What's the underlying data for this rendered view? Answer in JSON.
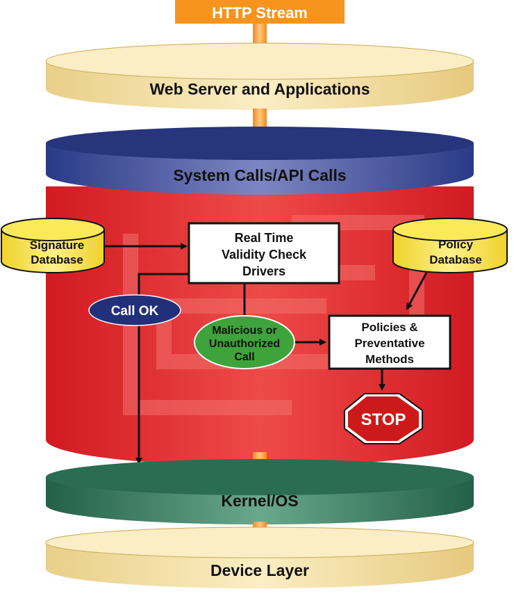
{
  "http_stream": {
    "label": "HTTP Stream"
  },
  "layers": {
    "web_server": "Web Server and Applications",
    "system_calls": "System Calls/API Calls",
    "kernel": "Kernel/OS",
    "device": "Device Layer"
  },
  "databases": {
    "signature": [
      "Signature",
      "Database"
    ],
    "policy": [
      "Policy",
      "Database"
    ]
  },
  "boxes": {
    "validity_check": [
      "Real Time",
      "Validity Check",
      "Drivers"
    ],
    "policies": [
      "Policies &",
      "Preventative",
      "Methods"
    ]
  },
  "ovals": {
    "call_ok": "Call OK",
    "malicious": [
      "Malicious or",
      "Unauthorized",
      "Call"
    ]
  },
  "stop_sign": {
    "label": "STOP"
  },
  "colors": {
    "http_orange": "#f7941d",
    "disc_cream": "#f6e2a6",
    "system_calls_blue": "#2d3f8e",
    "security_red": "#d71e26",
    "kernel_green": "#2f7a5c",
    "database_yellow": "#f6dd35",
    "call_ok_navy": "#22307a",
    "malicious_green": "#3da33a",
    "stop_red": "#cc1a1a"
  }
}
